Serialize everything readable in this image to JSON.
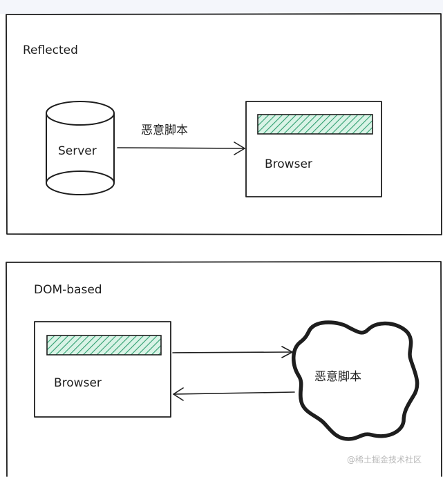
{
  "reflected": {
    "title": "Reflected",
    "server_label": "Server",
    "arrow_label": "恶意脚本",
    "browser_label": "Browser"
  },
  "dom_based": {
    "title": "DOM-based",
    "browser_label": "Browser",
    "cloud_label": "恶意脚本"
  },
  "watermark": "@稀土掘金技术社区",
  "colors": {
    "ink": "#1e1e1e",
    "hatch": "#2f9e6f",
    "hatch_bg": "#d9f3e6",
    "watermark": "#b8b8b8"
  }
}
